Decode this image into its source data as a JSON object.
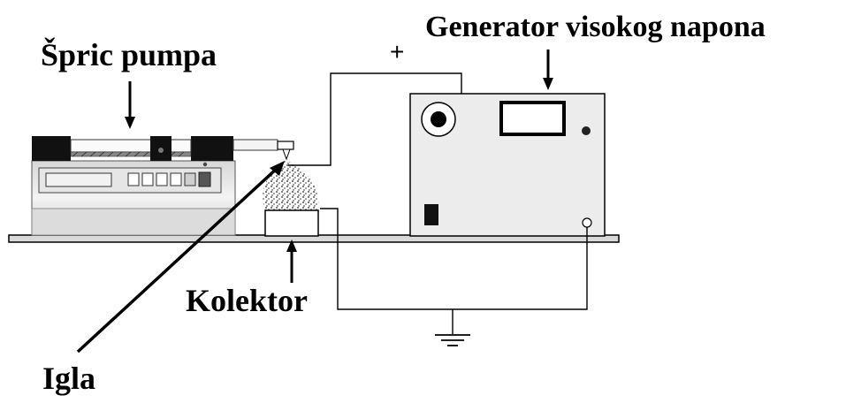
{
  "labels": {
    "syringe_pump": "Špric pumpa",
    "hv_generator": "Generator visokog napona",
    "polarity": "+",
    "collector": "Kolektor",
    "needle": "Igla"
  },
  "colors": {
    "line": "#000000",
    "device_face": "#ececec",
    "device_shade": "#cfcfcf",
    "display_panel": "#e8e8e8"
  },
  "icons": {
    "ground": "ground-symbol-icon",
    "knob": "rotary-knob-icon",
    "meter": "voltage-meter-icon"
  }
}
